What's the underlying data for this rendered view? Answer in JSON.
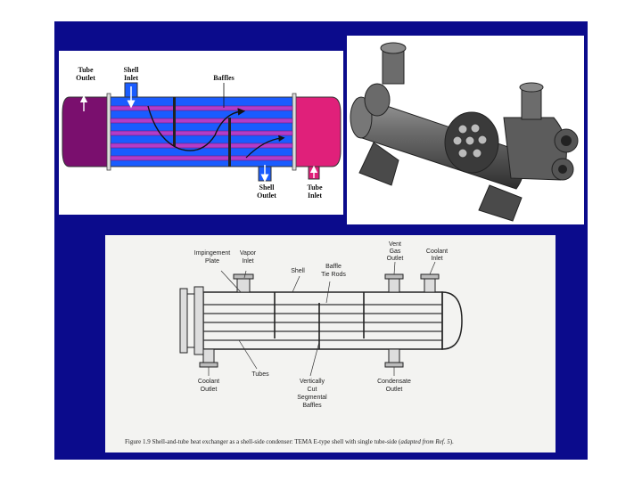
{
  "colored_diagram": {
    "labels": {
      "tube_outlet": [
        "Tube",
        "Outlet"
      ],
      "shell_inlet": [
        "Shell",
        "Inlet"
      ],
      "baffles": "Baffles",
      "shell_outlet": [
        "Shell",
        "Outlet"
      ],
      "tube_inlet": [
        "Tube",
        "Inlet"
      ]
    },
    "colors": {
      "shell_fluid": "#1a5cff",
      "tube_outlet_head": "#7a0f6e",
      "tube_inlet_head": "#e0207a",
      "tubes": "#b43cc8"
    }
  },
  "cutaway_render": {
    "colors": {
      "body": "#5e5e5e",
      "highlight": "#9a9a9a",
      "shadow": "#2e2e2e"
    }
  },
  "condenser_figure": {
    "labels": {
      "impingement_plate": [
        "Impingement",
        "Plate"
      ],
      "vapor_inlet": [
        "Vapor",
        "Inlet"
      ],
      "shell": "Shell",
      "baffle_tie_rods": [
        "Baffle",
        "Tie Rods"
      ],
      "vent_gas_outlet": [
        "Vent",
        "Gas",
        "Outlet"
      ],
      "coolant_inlet": [
        "Coolant",
        "Inlet"
      ],
      "coolant_outlet": [
        "Coolant",
        "Outlet"
      ],
      "tubes": "Tubes",
      "segmental_baffles": [
        "Vertically",
        "Cut",
        "Segmental",
        "Baffles"
      ],
      "condensate_outlet": [
        "Condensate",
        "Outlet"
      ]
    },
    "caption": {
      "prefix": "Figure 1.9 Shell-and-tube heat exchanger as a shell-side condenser:  TEMA E-type  shell with single tube-side (",
      "italic": "adapted from Ref. 5",
      "suffix": ")."
    }
  },
  "background_color": "#0b0b8c"
}
